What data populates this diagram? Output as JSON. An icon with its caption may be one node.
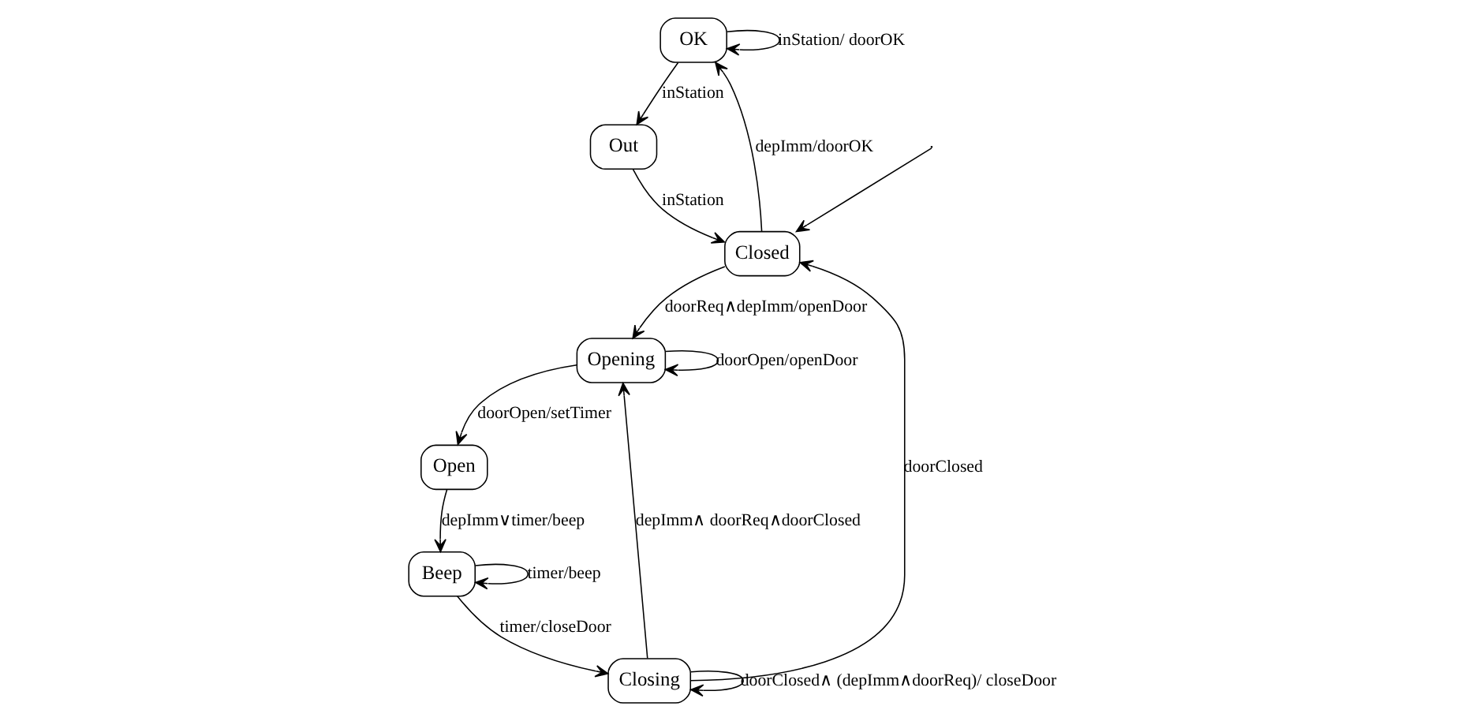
{
  "diagram": {
    "nodes": [
      {
        "text": [
          "OK"
        ]
      },
      {
        "text": [
          "Out"
        ]
      },
      {
        "text": [
          "Closed"
        ]
      },
      {
        "text": [
          "Opening"
        ]
      },
      {
        "text": [
          "Closing"
        ]
      },
      {
        "text": [
          "Open"
        ]
      },
      {
        "text": [
          "Beep"
        ]
      }
    ],
    "edges": [
      {
        "from": 0,
        "to": 0,
        "arrow": "to",
        "label": "inStation/ doorOK"
      },
      {
        "from": 0,
        "to": 1,
        "arrow": "to",
        "label": "inStation"
      },
      {
        "from": 1,
        "to": 2,
        "arrow": "to",
        "label": "inStation"
      },
      {
        "from": 2,
        "to": 0,
        "arrow": "to",
        "label": "depImm/doorOK"
      },
      {
        "from": null,
        "to": 2,
        "arrow": "to"
      },
      {
        "from": 2,
        "to": 3,
        "arrow": "to",
        "label": "doorReq∧depImm/openDoor"
      },
      {
        "from": 3,
        "to": 3,
        "arrow": "to",
        "label": "doorOpen/openDoor"
      },
      {
        "from": 4,
        "to": 2,
        "arrow": "to",
        "label": "doorClosed"
      },
      {
        "from": 4,
        "to": 4,
        "arrow": "to",
        "label": "doorClosed∧ (depImm∧doorReq)/ closeDoor"
      },
      {
        "from": 4,
        "to": 3,
        "arrow": "to",
        "label": "depImm∧ doorReq∧doorClosed"
      },
      {
        "from": 3,
        "to": 5,
        "arrow": "to",
        "label": "doorOpen/setTimer"
      },
      {
        "from": 5,
        "to": 6,
        "arrow": "to",
        "label": "depImm∨timer/beep"
      },
      {
        "from": 6,
        "to": 4,
        "arrow": "to",
        "label": "timer/closeDoor"
      },
      {
        "from": 6,
        "to": 6,
        "arrow": "to",
        "label": "timer/beep"
      }
    ]
  }
}
